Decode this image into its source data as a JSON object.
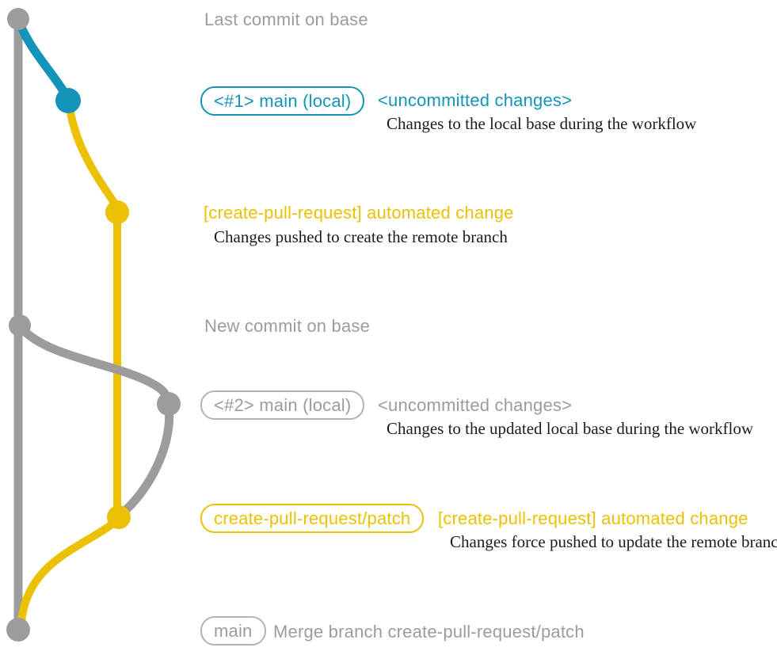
{
  "colors": {
    "teal": "#1494B8",
    "yellow": "#ECC104",
    "gray": "#9C9C9C",
    "gray_light": "#B3B3B3",
    "ink": "#1C1C1C",
    "background": "#FFFFFF"
  },
  "graph": {
    "node_count": 7,
    "nodes": [
      "last-commit-on-base",
      "main-local-1",
      "automated-change-1",
      "new-commit-on-base",
      "main-local-2",
      "automated-change-2",
      "merge-commit"
    ],
    "branch_colors": {
      "base": "gray",
      "local_main": "teal",
      "create_pull_request_patch": "yellow"
    }
  },
  "rows": {
    "last_commit": {
      "label": "Last commit on base"
    },
    "row1": {
      "badge": "<#1> main (local)",
      "tag": "<uncommitted changes>",
      "desc": "Changes to the local base during the workflow"
    },
    "row2": {
      "label": "[create-pull-request] automated change",
      "desc": "Changes pushed to create the remote branch"
    },
    "new_commit": {
      "label": "New commit on base"
    },
    "row3": {
      "badge": "<#2> main (local)",
      "tag": "<uncommitted changes>",
      "desc": "Changes to the updated local base during the workflow"
    },
    "row4": {
      "badge": "create-pull-request/patch",
      "label": "[create-pull-request] automated change",
      "desc": "Changes force pushed to update the remote branch"
    },
    "row5": {
      "badge": "main",
      "label": "Merge branch create-pull-request/patch"
    }
  }
}
